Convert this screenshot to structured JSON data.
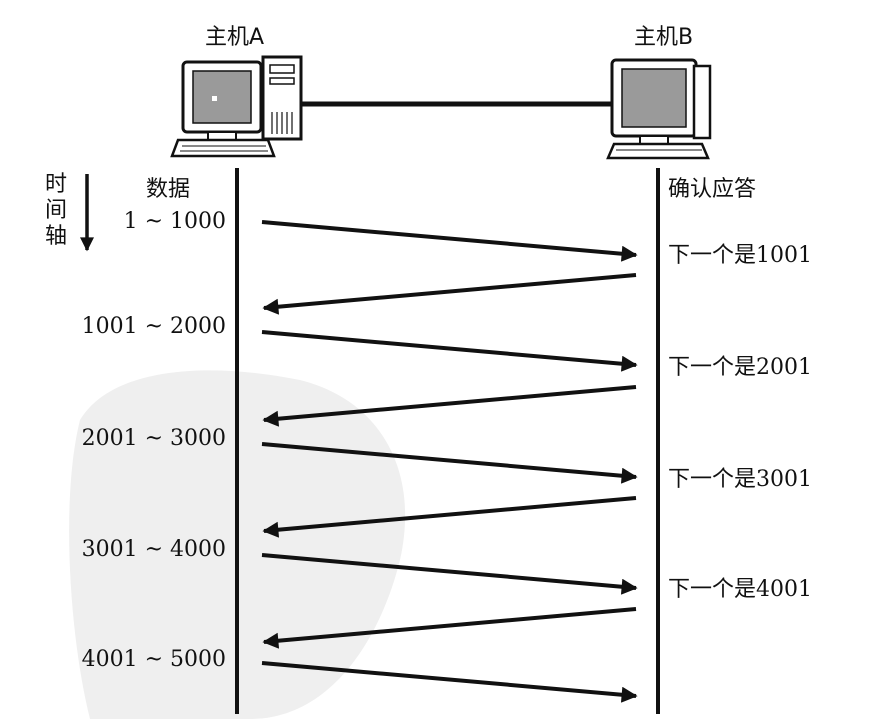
{
  "host_a": {
    "label": "主机A",
    "icon": "desktop-computer-with-tower-icon"
  },
  "host_b": {
    "label": "主机B",
    "icon": "desktop-computer-icon"
  },
  "time_axis": {
    "chars": [
      "时",
      "间",
      "轴"
    ]
  },
  "sender_heading": "数据",
  "receiver_heading": "确认应答",
  "segments": [
    {
      "label": "1 ~ 1000"
    },
    {
      "label": "1001 ~ 2000"
    },
    {
      "label": "2001 ~ 3000"
    },
    {
      "label": "3001 ~ 4000"
    },
    {
      "label": "4001 ~ 5000"
    }
  ],
  "acks": [
    {
      "label": "下一个是1001"
    },
    {
      "label": "下一个是2001"
    },
    {
      "label": "下一个是3001"
    },
    {
      "label": "下一个是4001"
    }
  ],
  "colors": {
    "line": "#111111",
    "screen": "#9a9a9a",
    "watermark": "#ececec"
  }
}
